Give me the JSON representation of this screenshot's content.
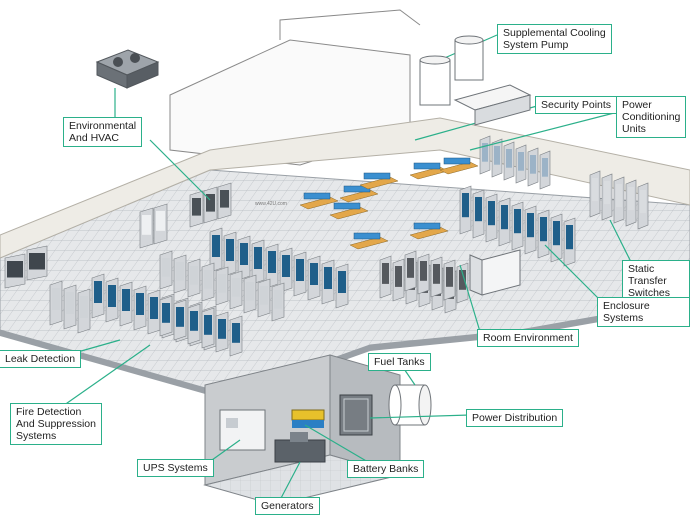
{
  "colors": {
    "accent_line": "#2bb08a",
    "floor": "#e6e8ea",
    "floor_grid": "#b9bec3",
    "wall": "#eeece6",
    "rack_body": "#d3d6da",
    "rack_panel": "#1f5f8a",
    "dark_rack": "#55595e",
    "console_blue": "#3a8fd0",
    "desk": "#e3a74a"
  },
  "watermark": "www.42U.com",
  "callouts": {
    "supplemental_cooling": "Supplemental Cooling\nSystem Pump",
    "environmental_hvac": "Environmental\nAnd HVAC",
    "security_points": "Security Points",
    "power_conditioning": "Power\nConditioning\nUnits",
    "static_transfer": "Static Transfer\nSwitches",
    "enclosure_systems": "Enclosure Systems",
    "room_environment": "Room Environment",
    "leak_detection": "Leak Detection",
    "fire_detection": "Fire Detection\nAnd Suppression\nSystems",
    "fuel_tanks": "Fuel Tanks",
    "power_distribution": "Power Distribution",
    "ups_systems": "UPS Systems",
    "battery_banks": "Battery Banks",
    "generators": "Generators"
  }
}
